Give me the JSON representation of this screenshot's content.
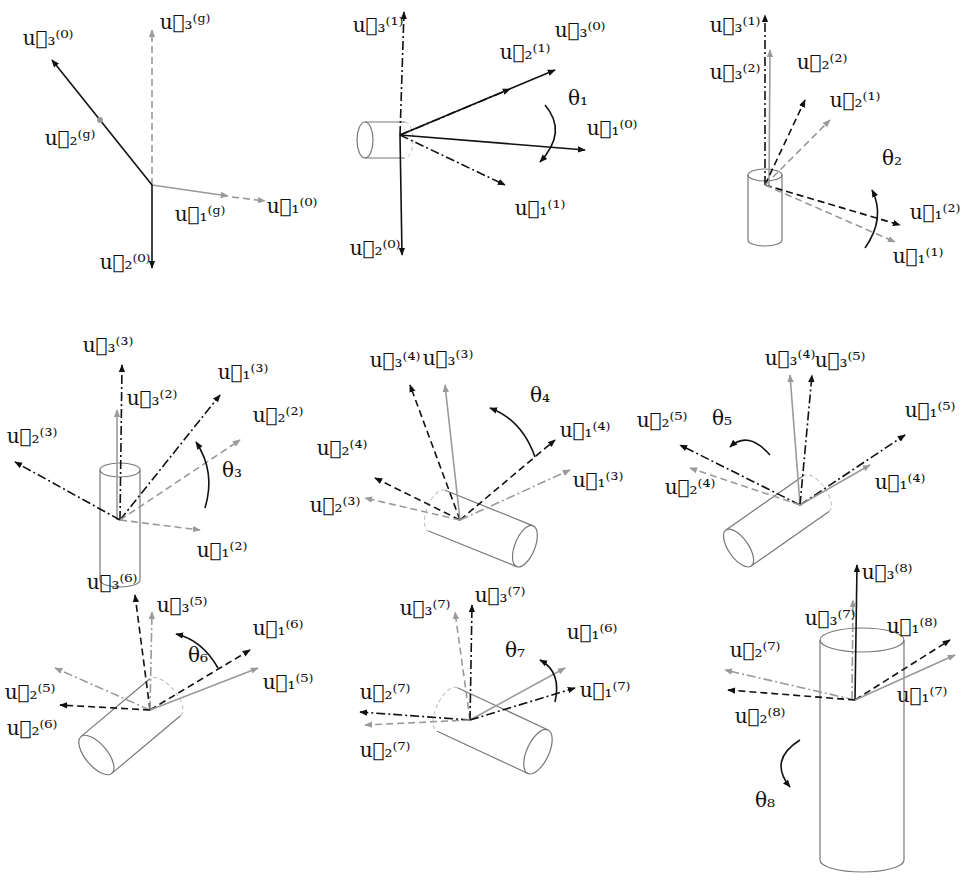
{
  "diagram": {
    "labels": [
      "u⃗₃⁽ᵍ⁾",
      "u⃗₃⁽⁰⁾",
      "u⃗₂⁽ᵍ⁾",
      "u⃗₁⁽ᵍ⁾",
      "u⃗₁⁽⁰⁾",
      "u⃗₂⁽⁰⁾",
      "u⃗₃⁽¹⁾",
      "u⃗₃⁽⁰⁾",
      "u⃗₂⁽¹⁾",
      "θ₁",
      "u⃗₁⁽⁰⁾",
      "u⃗₁⁽¹⁾",
      "u⃗₂⁽⁰⁾",
      "u⃗₃⁽¹⁾",
      "u⃗₃⁽²⁾",
      "u⃗₂⁽²⁾",
      "u⃗₂⁽¹⁾",
      "θ₂",
      "u⃗₁⁽²⁾",
      "u⃗₁⁽¹⁾",
      "u⃗₃⁽³⁾",
      "u⃗₃⁽²⁾",
      "u⃗₁⁽³⁾",
      "u⃗₂⁽²⁾",
      "u⃗₂⁽³⁾",
      "θ₃",
      "u⃗₁⁽²⁾",
      "u⃗₃⁽⁴⁾",
      "u⃗₃⁽³⁾",
      "θ₄",
      "u⃗₁⁽⁴⁾",
      "u⃗₂⁽⁴⁾",
      "u⃗₂⁽³⁾",
      "u⃗₁⁽³⁾",
      "u⃗₃⁽⁴⁾",
      "u⃗₃⁽⁵⁾",
      "u⃗₂⁽⁵⁾",
      "θ₅",
      "u⃗₁⁽⁵⁾",
      "u⃗₂⁽⁴⁾",
      "u⃗₁⁽⁴⁾",
      "u⃗₃⁽⁶⁾",
      "u⃗₃⁽⁵⁾",
      "u⃗₁⁽⁶⁾",
      "θ₆",
      "u⃗₂⁽⁵⁾",
      "u⃗₁⁽⁵⁾",
      "u⃗₂⁽⁶⁾",
      "u⃗₃⁽⁷⁾",
      "u⃗₃⁽⁷⁾",
      "u⃗₁⁽⁶⁾",
      "θ₇",
      "u⃗₁⁽⁷⁾",
      "u⃗₂⁽⁷⁾",
      "u⃗₂⁽⁷⁾",
      "u⃗₃⁽⁸⁾",
      "u⃗₃⁽⁷⁾",
      "u⃗₁⁽⁸⁾",
      "u⃗₂⁽⁷⁾",
      "u⃗₁⁽⁷⁾",
      "u⃗₂⁽⁸⁾",
      "θ₈"
    ]
  }
}
